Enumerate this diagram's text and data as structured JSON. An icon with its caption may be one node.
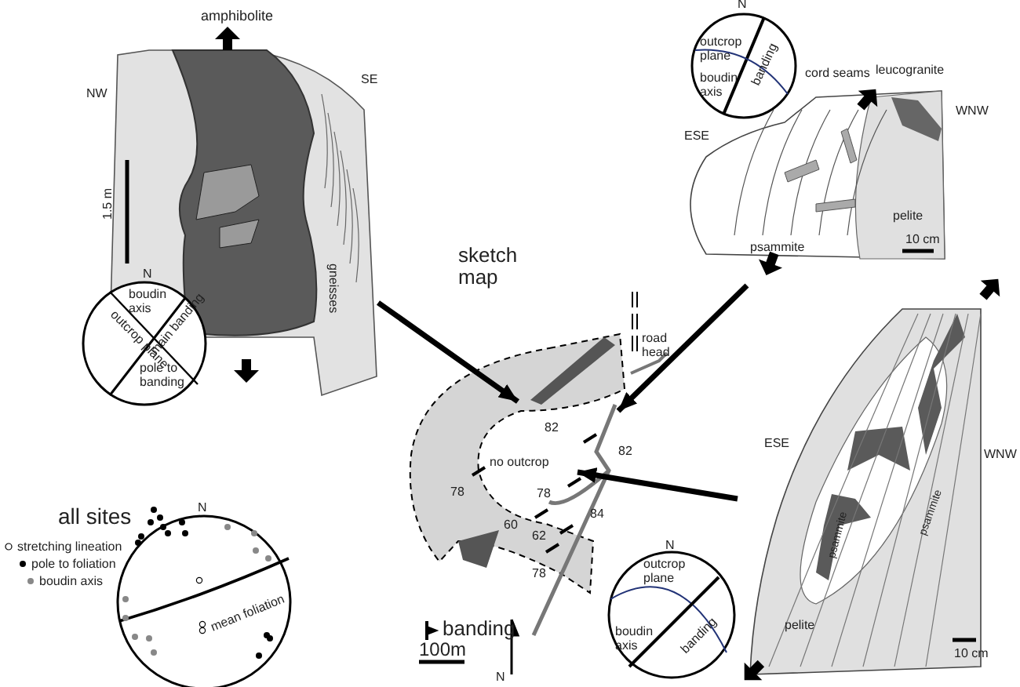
{
  "diagram": {
    "nodes": [
      {
        "text": [],
        "shape": "picture"
      },
      {
        "text": [],
        "shape": "picture"
      },
      {
        "text": [],
        "shape": "picture"
      }
    ],
    "edges": [
      {
        "from": 0,
        "to": null,
        "arrow": "to"
      },
      {
        "from": 1,
        "to": null,
        "arrow": "to"
      },
      {
        "from": 2,
        "to": null,
        "arrow": "to"
      }
    ],
    "labels": [
      "amphibolite",
      "NW",
      "SE",
      "1.5 m",
      "gneisses",
      "N",
      "boudin axis",
      "outcrop plane",
      "main banding",
      "pole to banding",
      "N",
      "outcrop plane",
      "boudin axis",
      "banding",
      "cord seams",
      "leucogranite",
      "ESE",
      "WNW",
      "pelite",
      "10 cm",
      "psammite",
      "sketch map",
      "road head",
      "82",
      "82",
      "no outcrop",
      "78",
      "78",
      "84",
      "60",
      "62",
      "78",
      "100m",
      "N",
      "ESE",
      "WNW",
      "psammite",
      "psammite",
      "pelite",
      "10 cm",
      "N",
      "outcrop plane",
      "banding",
      "boudin axis",
      "all sites",
      "N",
      "mean foliation"
    ],
    "legend": [
      {
        "text": "stretching lineation"
      },
      {
        "text": "pole to foliation"
      },
      {
        "text": "boudin axis"
      },
      {
        "text": "banding"
      }
    ]
  }
}
